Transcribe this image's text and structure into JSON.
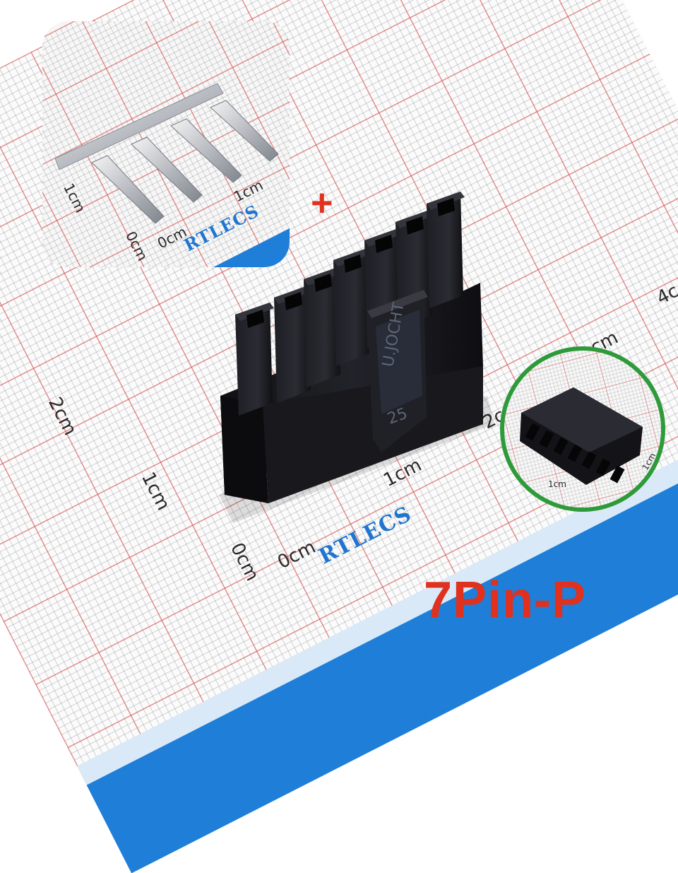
{
  "board": {
    "marks": [
      "0cm",
      "0cm",
      "1cm",
      "2cm",
      "1cm",
      "2c",
      "cm",
      "4c"
    ],
    "watermark": "RTLECS"
  },
  "inset": {
    "marks": [
      "1cm",
      "0cm",
      "0cm",
      "1cm"
    ],
    "watermark": "RTLECS"
  },
  "plus_symbol": "+",
  "thumbnail": {
    "marks": [
      "1cm",
      "1cm"
    ]
  },
  "part_label": "7Pin-P",
  "colors": {
    "accent_red": "#e0301e",
    "circle_green": "#2e9a3a",
    "ruler_blue": "#1f7ed8",
    "connector_black": "#141417"
  }
}
